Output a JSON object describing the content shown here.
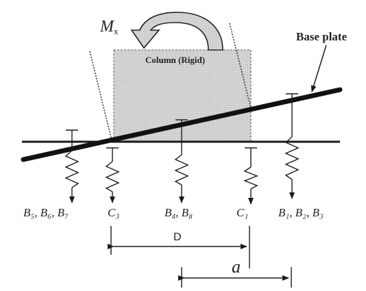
{
  "labels": {
    "moment": "M",
    "moment_sub": "x",
    "column": "Column (Rigid)",
    "base_plate": "Base plate",
    "group_b5": "B₅, B₆, B₇",
    "group_c3": "C₃",
    "group_b4": "B₄, B₈",
    "group_c1": "C₁",
    "group_b1": "B₁, B₂, B₃",
    "dim_d": "D",
    "dim_a": "a"
  },
  "colors": {
    "column_fill": "#cfcfcf",
    "line": "#1a1a1a",
    "text": "#222222"
  }
}
